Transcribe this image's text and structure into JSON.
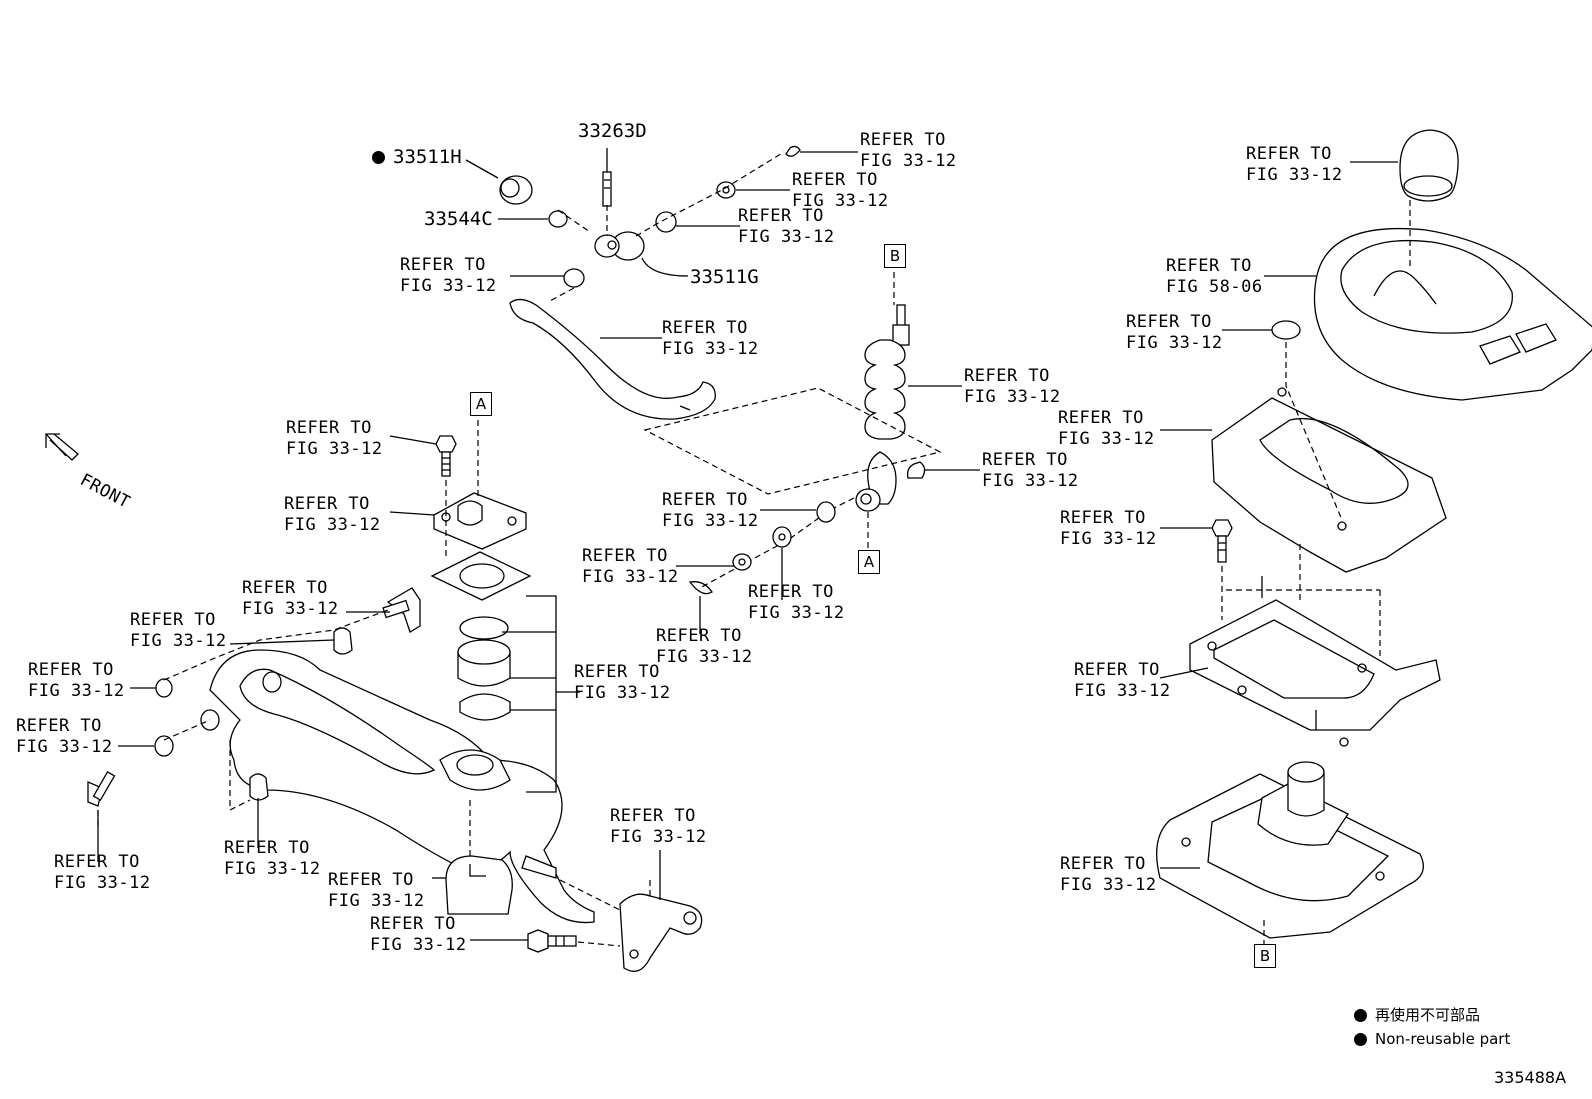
{
  "refer_fig_33_12": "REFER TO\nFIG 33-12",
  "refer_fig_58_06": "REFER TO\nFIG 58-06",
  "front_label": "FRONT",
  "parts": {
    "p33511H": "33511H",
    "p33263D": "33263D",
    "p33544C": "33544C",
    "p33511G": "33511G"
  },
  "section_markers": {
    "a": "A",
    "b": "B"
  },
  "legend": {
    "japanese": "再使用不可部品",
    "english": "Non-reusable part"
  },
  "figure_id": "335488A"
}
